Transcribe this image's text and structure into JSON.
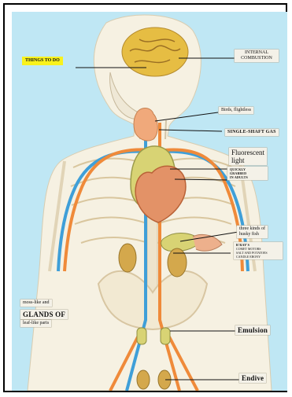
{
  "labels": {
    "things_to_do": "THINGS TO DO",
    "internal_combustion": [
      "INTERNAL",
      "COMBUSTION"
    ],
    "birds_flightless": "Birds, flightless",
    "single_shaft_gas": "SINGLE-SHAFT GAS",
    "fluorescent_light": [
      "Fluorescent",
      "light"
    ],
    "quickly_grabbed": [
      "QUICKLY",
      "GRABBED",
      "IN ADULTS"
    ],
    "three_kinds": [
      "three kinds of",
      "husky fish"
    ],
    "ray_notes": [
      "R'RAY'S",
      "COMET MOTORS",
      "SALT AND POTATOES",
      "CANDLE EBONY"
    ],
    "moss_like": "moss-like  and",
    "glands_of": "GLANDS OF",
    "leaf_like": "leaf-like parts",
    "emulsion": "Emulsion",
    "endive": "Endive"
  },
  "colors": {
    "background": "#bfe7f4",
    "skin": "#f6f1e2",
    "artery": "#ef8a3a",
    "vein": "#3f9fd8",
    "gland": "#d8d374",
    "heart": "#e39267",
    "brain": "#e6bd43"
  }
}
